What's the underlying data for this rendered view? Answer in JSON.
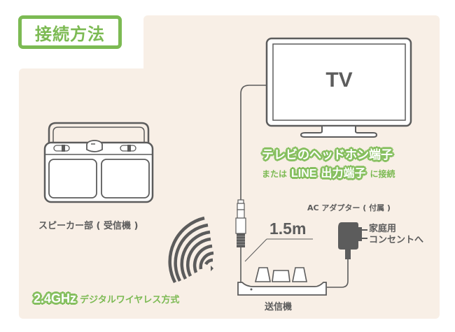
{
  "title": "接続方法",
  "colors": {
    "accent_green": "#7cba53",
    "panel_bg": "#f8efe6",
    "line_gray": "#5c5c5c"
  },
  "tv": {
    "label": "TV",
    "connection_line1": "テレビのヘッドホン端子",
    "connection_prefix": "または",
    "connection_highlight1": "LINE",
    "connection_highlight2": "出力端子",
    "connection_suffix": "に接続"
  },
  "speaker": {
    "label": "スピーカー部 ( 受信機 )"
  },
  "transmitter": {
    "label": "送信機"
  },
  "cable": {
    "length_label": "1.5m"
  },
  "adapter": {
    "label": "AC アダプター ( 付属 )",
    "outlet_line1": "家庭用",
    "outlet_line2": "コンセントへ"
  },
  "wireless": {
    "frequency": "2.4GHz",
    "description": "デジタルワイヤレス方式"
  }
}
